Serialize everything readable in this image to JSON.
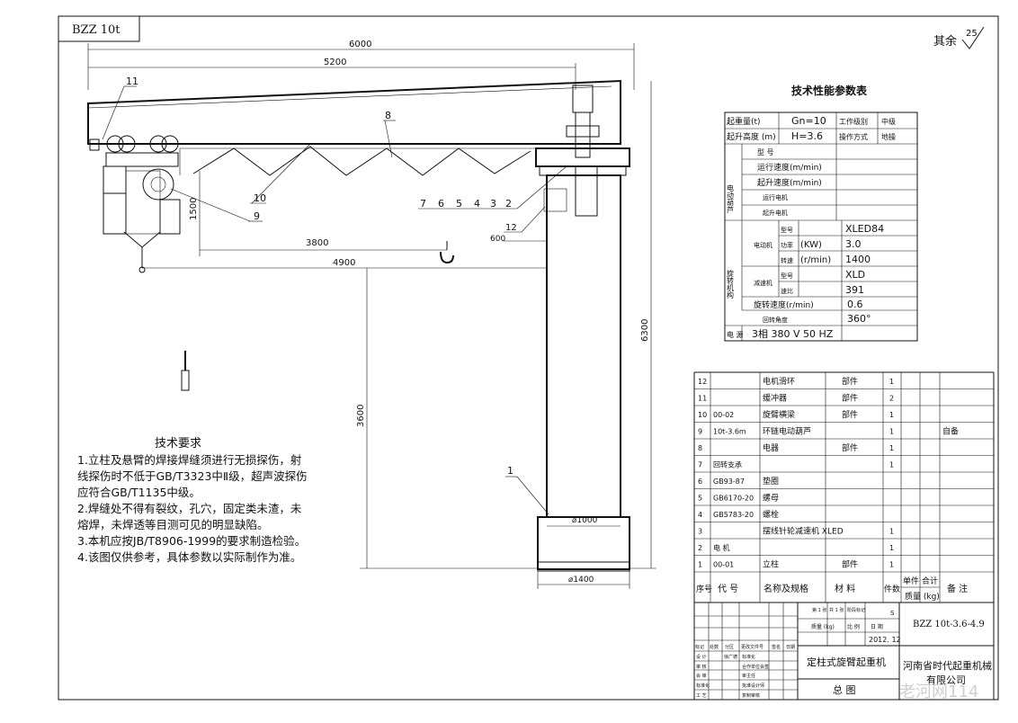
{
  "title_block_code": "BZZ 10t",
  "roughness": {
    "label": "其余",
    "value": "25"
  },
  "dimensions": {
    "total_span": "6000",
    "boom_length": "5200",
    "hook_height": "1500",
    "reach_3800": "3800",
    "reach_4900": "4900",
    "offset_600": "600",
    "column_height": "6300",
    "column_lower": "3600",
    "column_dia": "⌀1000",
    "base_dia": "⌀1400"
  },
  "part_callouts": [
    "11",
    "8",
    "10",
    "9",
    "7",
    "6",
    "5",
    "4",
    "3",
    "2",
    "12",
    "1"
  ],
  "tech_requirements": {
    "heading": "技术要求",
    "lines": [
      "1.立柱及悬臂的焊接焊缝须进行无损探伤，射",
      "线探伤时不低于GB/T3323中Ⅱ级，超声波探伤",
      "应符合GB/T1135中级。",
      "2.焊缝处不得有裂纹，孔穴，固定类未渣，未",
      "熔焊，未焊透等目测可见的明显缺陷。",
      "3.本机应按JB/T8906-1999的要求制造检验。",
      "4.该图仅供参考，具体参数以实际制作为准。"
    ]
  },
  "param_table": {
    "title": "技术性能参数表",
    "rows": [
      {
        "a": "起重量(t)",
        "b": "Gn=10",
        "c": "工作级别",
        "d": "中级"
      },
      {
        "a": "起升高度 (m)",
        "b": "H=3.6",
        "c": "操作方式",
        "d": "地操"
      }
    ],
    "hoist_group": "电动葫芦",
    "hoist_rows": [
      "型 号",
      "运行速度(m/min)",
      "起升速度(m/min)",
      "运行电机",
      "起升电机"
    ],
    "slew_group": "旋转机构",
    "motor_label": "电动机",
    "motor_rows": [
      {
        "k": "型号",
        "u": "",
        "v": "XLED84"
      },
      {
        "k": "功率",
        "u": "(KW)",
        "v": "3.0"
      },
      {
        "k": "转速",
        "u": "(r/min)",
        "v": "1400"
      }
    ],
    "reducer_label": "减速机",
    "reducer_rows": [
      {
        "k": "型号",
        "v": "XLD"
      },
      {
        "k": "速比",
        "v": "391"
      }
    ],
    "slew_speed": {
      "k": "旋转速度(r/min)",
      "v": "0.6"
    },
    "slew_angle": {
      "k": "回转角度",
      "v": "360°"
    },
    "power": {
      "k": "电 源",
      "v": "3相  380 V  50 HZ"
    }
  },
  "bom": {
    "rows": [
      {
        "no": "12",
        "code": "",
        "name": "电机滑环",
        "mat": "部件",
        "qty": "1",
        "note": ""
      },
      {
        "no": "11",
        "code": "",
        "name": "缓冲器",
        "mat": "部件",
        "qty": "2",
        "note": ""
      },
      {
        "no": "10",
        "code": "00-02",
        "name": "旋臂横梁",
        "mat": "部件",
        "qty": "1",
        "note": ""
      },
      {
        "no": "9",
        "code": "10t-3.6m",
        "name": "环链电动葫芦",
        "mat": "",
        "qty": "1",
        "note": "自备"
      },
      {
        "no": "8",
        "code": "",
        "name": "电器",
        "mat": "部件",
        "qty": "1",
        "note": ""
      },
      {
        "no": "7",
        "code": "回转支承",
        "name": "",
        "mat": "",
        "qty": "1",
        "note": ""
      },
      {
        "no": "6",
        "code": "GB93-87",
        "name": "垫圈",
        "mat": "",
        "qty": "",
        "note": ""
      },
      {
        "no": "5",
        "code": "GB6170-20",
        "name": "螺母",
        "mat": "",
        "qty": "",
        "note": ""
      },
      {
        "no": "4",
        "code": "GB5783-20",
        "name": "螺栓",
        "mat": "",
        "qty": "",
        "note": ""
      },
      {
        "no": "3",
        "code": "",
        "name": "摆线针轮减速机 XLED",
        "mat": "",
        "qty": "1",
        "note": ""
      },
      {
        "no": "2",
        "code": "电  机",
        "name": "",
        "mat": "",
        "qty": "1",
        "note": ""
      },
      {
        "no": "1",
        "code": "00-01",
        "name": "立柱",
        "mat": "部件",
        "qty": "1",
        "note": ""
      }
    ],
    "header": {
      "no": "序号",
      "code": "代  号",
      "name": "名称及规格",
      "mat": "材    料",
      "qty": "件数",
      "unit": "单件",
      "total": "合计",
      "weight": "质量 (kg)",
      "note": "备    注"
    }
  },
  "title_block": {
    "drawing_no": "BZZ 10t-3.6-4.9",
    "name": "定柱式旋臂起重机",
    "company_line1": "河南省时代起重机械",
    "company_line2": "有限公司",
    "sheet_title": "总  图",
    "date": "2012. 12",
    "mark_labels": [
      "第 1 张",
      "共 1 张",
      "阶段标记",
      "质量 (kg)",
      "比 例",
      "日 期"
    ],
    "scale_hint": "S",
    "sign_rows": [
      "标记",
      "处数",
      "分区",
      "更改文件号",
      "签名",
      "日期"
    ],
    "roles": [
      "设 计",
      "审 核",
      "会 审",
      "标准化",
      "工 艺"
    ],
    "roles2": [
      "标准化",
      "合作单位会签",
      "审主任",
      "批准设计师",
      "",
      "复制审核"
    ],
    "names": [
      "徐广德"
    ]
  },
  "watermark": "老河网114"
}
